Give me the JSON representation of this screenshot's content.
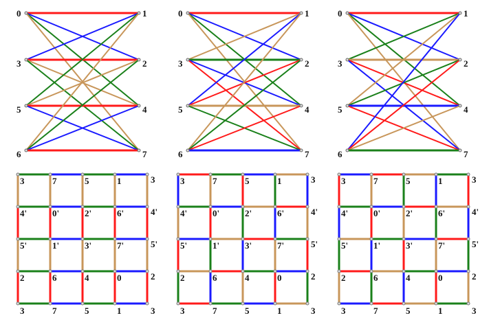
{
  "colors": {
    "R": "#ff1a1a",
    "B": "#1a1aff",
    "G": "#1a801a",
    "T": "#c8965a"
  },
  "bipartite_graphs": [
    {
      "left": [
        "0",
        "3",
        "5",
        "6"
      ],
      "right": [
        "1",
        "2",
        "4",
        "7"
      ],
      "edges": [
        [
          "0",
          "1",
          "R"
        ],
        [
          "0",
          "2",
          "B"
        ],
        [
          "0",
          "4",
          "G"
        ],
        [
          "0",
          "7",
          "T"
        ],
        [
          "3",
          "1",
          "B"
        ],
        [
          "3",
          "2",
          "R"
        ],
        [
          "3",
          "4",
          "T"
        ],
        [
          "3",
          "7",
          "G"
        ],
        [
          "5",
          "1",
          "G"
        ],
        [
          "5",
          "2",
          "T"
        ],
        [
          "5",
          "4",
          "R"
        ],
        [
          "5",
          "7",
          "B"
        ],
        [
          "6",
          "1",
          "T"
        ],
        [
          "6",
          "2",
          "G"
        ],
        [
          "6",
          "4",
          "B"
        ],
        [
          "6",
          "7",
          "R"
        ]
      ]
    },
    {
      "left": [
        "0",
        "3",
        "5",
        "6"
      ],
      "right": [
        "1",
        "2",
        "4",
        "7"
      ],
      "edges": [
        [
          "0",
          "1",
          "R"
        ],
        [
          "0",
          "2",
          "B"
        ],
        [
          "0",
          "4",
          "G"
        ],
        [
          "0",
          "7",
          "T"
        ],
        [
          "3",
          "1",
          "T"
        ],
        [
          "3",
          "2",
          "G"
        ],
        [
          "3",
          "4",
          "B"
        ],
        [
          "3",
          "7",
          "R"
        ],
        [
          "5",
          "1",
          "B"
        ],
        [
          "5",
          "2",
          "R"
        ],
        [
          "5",
          "4",
          "T"
        ],
        [
          "5",
          "7",
          "G"
        ],
        [
          "6",
          "1",
          "T"
        ],
        [
          "6",
          "2",
          "G"
        ],
        [
          "6",
          "4",
          "R"
        ],
        [
          "6",
          "7",
          "B"
        ]
      ]
    },
    {
      "left": [
        "0",
        "3",
        "5",
        "6"
      ],
      "right": [
        "1",
        "2",
        "4",
        "7"
      ],
      "edges": [
        [
          "0",
          "1",
          "R"
        ],
        [
          "0",
          "2",
          "B"
        ],
        [
          "0",
          "4",
          "G"
        ],
        [
          "0",
          "7",
          "T"
        ],
        [
          "3",
          "1",
          "G"
        ],
        [
          "3",
          "2",
          "T"
        ],
        [
          "3",
          "4",
          "R"
        ],
        [
          "3",
          "7",
          "B"
        ],
        [
          "5",
          "1",
          "T"
        ],
        [
          "5",
          "2",
          "G"
        ],
        [
          "5",
          "4",
          "B"
        ],
        [
          "5",
          "7",
          "R"
        ],
        [
          "6",
          "1",
          "B"
        ],
        [
          "6",
          "2",
          "R"
        ],
        [
          "6",
          "4",
          "T"
        ],
        [
          "6",
          "7",
          "G"
        ]
      ]
    }
  ],
  "grid_labels": [
    [
      "3",
      "7",
      "5",
      "1",
      "3"
    ],
    [
      "4'",
      "0'",
      "2'",
      "6'",
      "4'"
    ],
    [
      "5'",
      "1'",
      "3'",
      "7'",
      "5'"
    ],
    [
      "2",
      "6",
      "4",
      "0",
      "2"
    ],
    [
      "3",
      "7",
      "5",
      "1",
      "3"
    ]
  ],
  "grids": [
    {
      "horizontal": [
        [
          "G",
          "B",
          "G",
          "B"
        ],
        [
          "G",
          "B",
          "G",
          "B"
        ],
        [
          "G",
          "B",
          "G",
          "B"
        ],
        [
          "G",
          "B",
          "G",
          "B"
        ],
        [
          "G",
          "B",
          "G",
          "B"
        ]
      ],
      "vertical": [
        [
          "T",
          "T",
          "T",
          "T",
          "T"
        ],
        [
          "R",
          "R",
          "R",
          "R",
          "R"
        ],
        [
          "T",
          "T",
          "T",
          "T",
          "T"
        ],
        [
          "R",
          "R",
          "R",
          "R",
          "R"
        ]
      ]
    },
    {
      "horizontal": [
        [
          "R",
          "G",
          "B",
          "T"
        ],
        [
          "G",
          "B",
          "T",
          "R"
        ],
        [
          "B",
          "T",
          "R",
          "G"
        ],
        [
          "T",
          "R",
          "G",
          "B"
        ],
        [
          "R",
          "G",
          "B",
          "T"
        ]
      ],
      "vertical": [
        [
          "B",
          "T",
          "R",
          "G",
          "B"
        ],
        [
          "T",
          "R",
          "G",
          "B",
          "T"
        ],
        [
          "R",
          "G",
          "B",
          "T",
          "R"
        ],
        [
          "G",
          "B",
          "T",
          "R",
          "G"
        ]
      ]
    },
    {
      "horizontal": [
        [
          "B",
          "R",
          "T",
          "G"
        ],
        [
          "G",
          "B",
          "R",
          "T"
        ],
        [
          "T",
          "G",
          "B",
          "R"
        ],
        [
          "R",
          "T",
          "G",
          "B"
        ],
        [
          "B",
          "R",
          "T",
          "G"
        ]
      ],
      "vertical": [
        [
          "R",
          "T",
          "G",
          "B",
          "R"
        ],
        [
          "B",
          "R",
          "T",
          "G",
          "B"
        ],
        [
          "G",
          "B",
          "R",
          "T",
          "G"
        ],
        [
          "T",
          "G",
          "B",
          "R",
          "T"
        ]
      ]
    }
  ]
}
